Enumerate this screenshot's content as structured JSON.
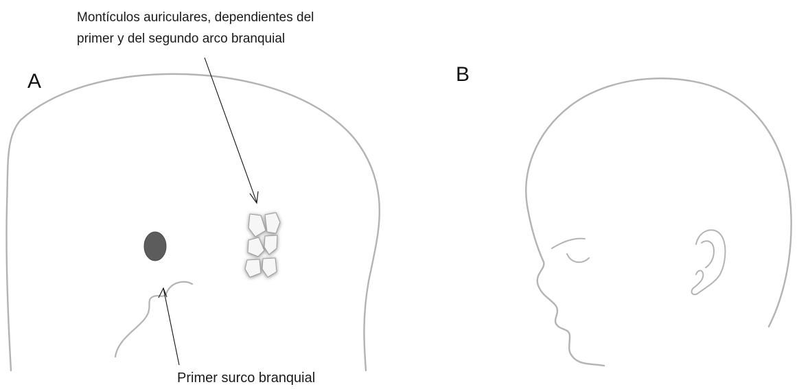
{
  "figure": {
    "panels": [
      {
        "letter": "A"
      },
      {
        "letter": "B"
      }
    ],
    "labels": {
      "auricular_hillocks_line1": "Montículos auriculares, dependientes del",
      "auricular_hillocks_line2": "primer y del segundo arco branquial",
      "first_branchial_groove": "Primer surco branquial"
    },
    "colors": {
      "outline": "#b3b3b3",
      "eye": "#5c5c5c",
      "arrow": "#111111",
      "hillock_fill": "#f6f6f6",
      "hillock_shadow": "#8a8a8a"
    }
  }
}
